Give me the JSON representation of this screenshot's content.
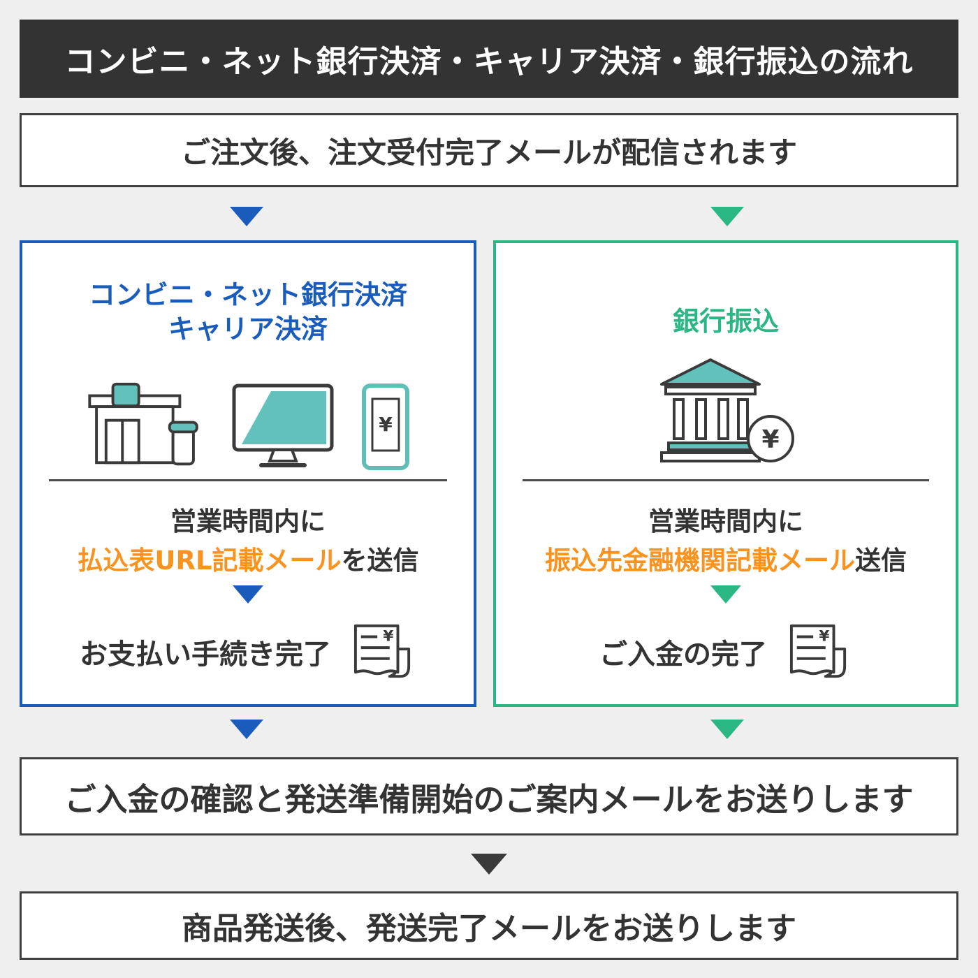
{
  "title_banner": "コンビニ・ネット銀行決済・キャリア決済・銀行振込の流れ",
  "steps": {
    "order_received": "ご注文後、注文受付完了メールが配信されます",
    "payment_confirmed": "ご入金の確認と発送準備開始のご案内メールをお送りします",
    "shipped": "商品発送後、発送完了メールをお送りします"
  },
  "left_panel": {
    "title_line1": "コンビニ・ネット銀行決済",
    "title_line2": "キャリア決済",
    "send_line1": "営業時間内に",
    "send_highlight": "払込表URL記載メール",
    "send_suffix": "を送信",
    "done_label": "お支払い手続き完了",
    "yen_symbol": "¥"
  },
  "right_panel": {
    "title": "銀行振込",
    "send_line1": "営業時間内に",
    "send_highlight": "振込先金融機関記載メール",
    "send_suffix": "送信",
    "done_label": "ご入金の完了",
    "yen_symbol": "¥"
  },
  "colors": {
    "background": "#efefef",
    "banner_bg": "#333333",
    "banner_text": "#ffffff",
    "box_border": "#3f3f3f",
    "text_dark": "#333333",
    "blue_accent": "#1a5cbc",
    "green_accent": "#2bb784",
    "orange_accent": "#f7931e",
    "icon_teal": "#62c1bb",
    "icon_outline": "#3a3a3a"
  },
  "icons": {
    "left_panel": [
      "convenience-store-icon",
      "desktop-monitor-icon",
      "smartphone-icon"
    ],
    "right_panel": [
      "bank-building-icon",
      "yen-coin-icon"
    ],
    "receipt": "receipt-icon",
    "arrows": [
      "down-arrow-blue",
      "down-arrow-green",
      "down-arrow-dark"
    ]
  }
}
